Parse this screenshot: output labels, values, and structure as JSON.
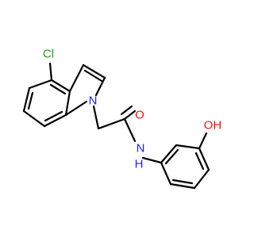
{
  "molecule": {
    "atoms": [
      {
        "id": "cl",
        "label": "Cl",
        "color": "#1fa01f"
      },
      {
        "id": "n1",
        "label": "N",
        "color": "#2020ff"
      },
      {
        "id": "o1",
        "label": "O",
        "color": "#ff0d0d"
      },
      {
        "id": "nh",
        "label": "N",
        "sub": "H",
        "color": "#2020ff"
      },
      {
        "id": "oh",
        "label": "OH",
        "color": "#ff0d0d"
      }
    ],
    "bond_color": "#000000",
    "background": "#ffffff"
  }
}
